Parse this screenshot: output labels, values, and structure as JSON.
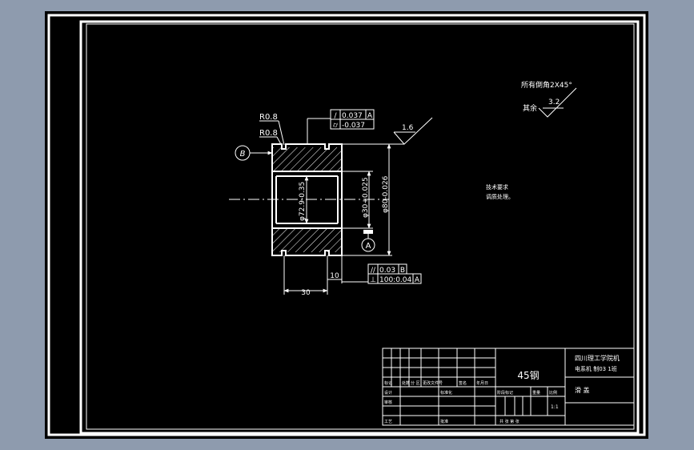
{
  "dims": {
    "d80": "φ80-0.026",
    "d72": "φ72.9-0.35",
    "d30": "φ30+0.025",
    "len30": "30",
    "len10": "10"
  },
  "tolerances": {
    "cyl_value": "0.037",
    "cyl_datum": "A",
    "flat_value": "-0.037",
    "par_value": "0.03",
    "par_datum": "B",
    "perp_value": "100:0.04",
    "perp_datum": "A"
  },
  "radii": [
    "R0.8",
    "R0.8"
  ],
  "datums": {
    "b": "B",
    "a": "A"
  },
  "roughness": {
    "surface": "1.6",
    "other": "3.2",
    "other_label": "其余"
  },
  "chamfer_note": "所有倒角2X45°",
  "tech": {
    "title": "技术要求",
    "line1": "调质处理。"
  },
  "title_block": {
    "material": "45钢",
    "school": "四川理工学院机",
    "drawing": "电系机 制03 1班",
    "part_name": "滑   盖",
    "scale_value": "1:1",
    "labels": {
      "mark": "标记",
      "count": "处数",
      "zone": "分 区",
      "doc": "更改文件号",
      "sign": "签名",
      "date": "年月日",
      "design": "设计",
      "standard": "标准化",
      "review": "审核",
      "process": "工艺",
      "approve": "批准",
      "stage": "阶段标记",
      "weight": "重量",
      "scale": "比例",
      "sheets": "共 张 第 张"
    }
  }
}
